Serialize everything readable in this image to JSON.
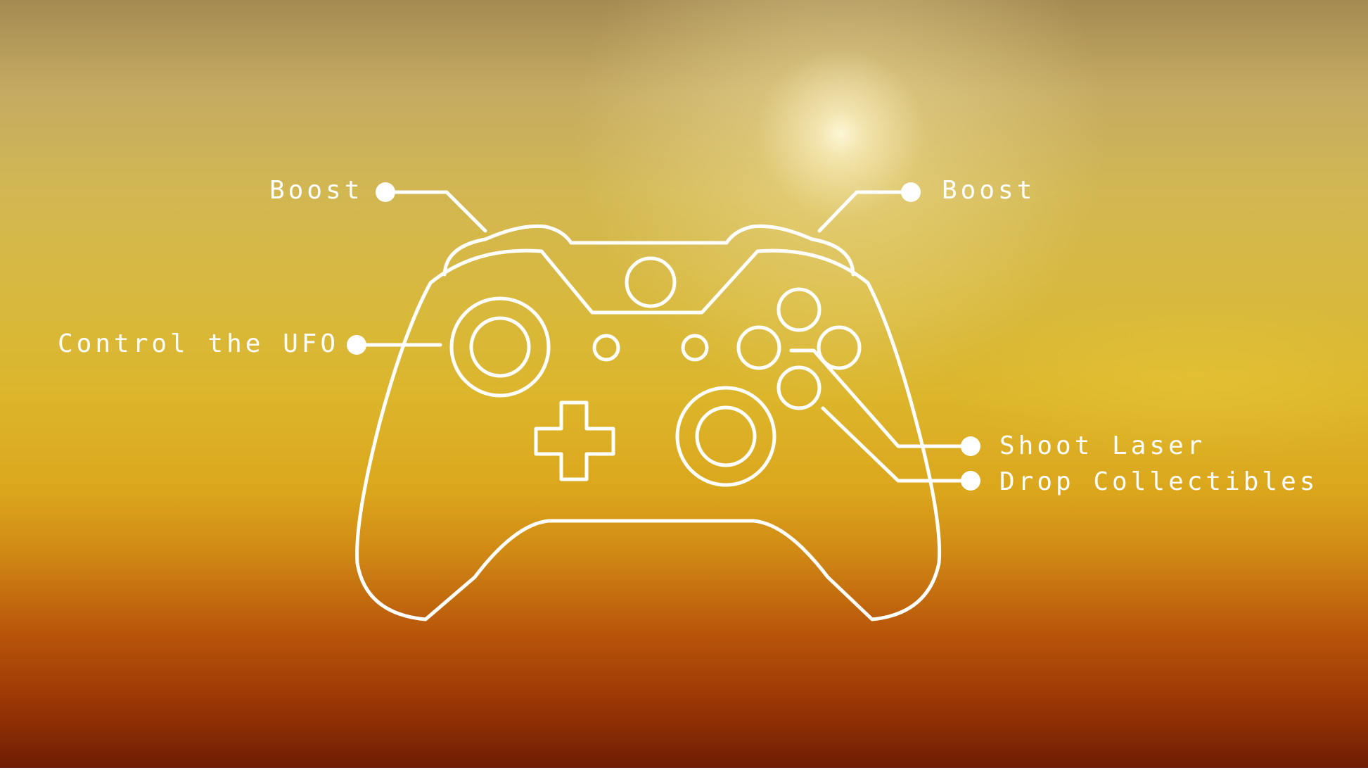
{
  "screen": {
    "type": "controls-overlay",
    "background_colors": [
      "#a58a52",
      "#d8b93c",
      "#dba61c",
      "#b9560a",
      "#6e1c02"
    ],
    "line_color": "#ffffff",
    "controller_icon": "gamepad-outline-icon"
  },
  "controls": {
    "left_bumper": {
      "label": "Boost"
    },
    "right_bumper": {
      "label": "Boost"
    },
    "left_stick": {
      "label": "Control the UFO"
    },
    "x_button": {
      "label": "Shoot Laser"
    },
    "a_button": {
      "label": "Drop Collectibles"
    }
  }
}
